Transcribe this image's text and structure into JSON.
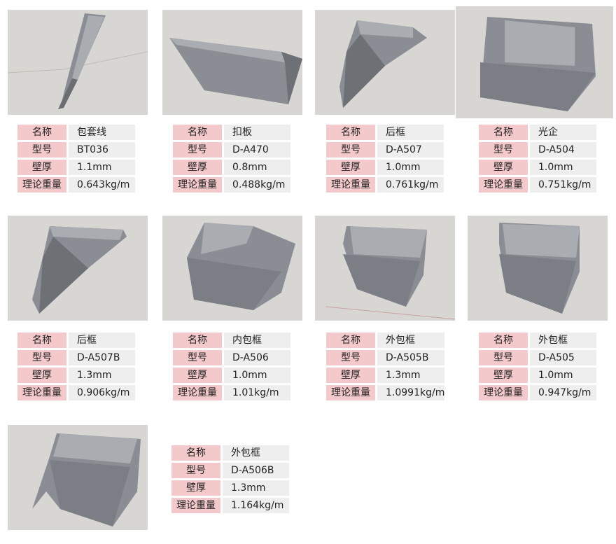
{
  "labels": {
    "name": "名称",
    "model": "型号",
    "thickness": "壁厚",
    "weight": "理论重量"
  },
  "products": [
    {
      "name": "包套线",
      "model": "BT036",
      "thickness": "1.1mm",
      "weight": "0.643kg/m"
    },
    {
      "name": "扣板",
      "model": "D-A470",
      "thickness": "0.8mm",
      "weight": "0.488kg/m"
    },
    {
      "name": "后框",
      "model": "D-A507",
      "thickness": "1.0mm",
      "weight": "0.761kg/m"
    },
    {
      "name": "光企",
      "model": "D-A504",
      "thickness": "1.0mm",
      "weight": "0.751kg/m"
    },
    {
      "name": "后框",
      "model": "D-A507B",
      "thickness": "1.3mm",
      "weight": "0.906kg/m"
    },
    {
      "name": "内包框",
      "model": "D-A506",
      "thickness": "1.0mm",
      "weight": "1.01kg/m"
    },
    {
      "name": "外包框",
      "model": "D-A505B",
      "thickness": "1.3mm",
      "weight": "1.0991kg/m"
    },
    {
      "name": "外包框",
      "model": "D-A505",
      "thickness": "1.0mm",
      "weight": "0.947kg/m"
    },
    {
      "name": "外包框",
      "model": "D-A506B",
      "thickness": "1.3mm",
      "weight": "1.164kg/m"
    }
  ]
}
